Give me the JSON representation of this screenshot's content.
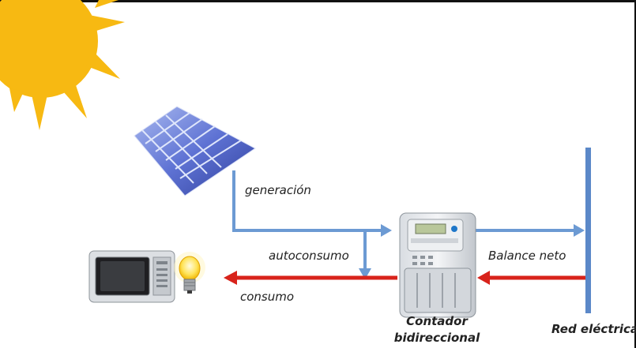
{
  "labels": {
    "generation": "generación",
    "self_consumption": "autoconsumo",
    "consumption": "consumo",
    "net_balance": "Balance neto",
    "meter_line1": "Contador",
    "meter_line2": "bidireccional",
    "grid": "Red eléctrica"
  },
  "colors": {
    "sun": "#f7b912",
    "panel": "#3f55c8",
    "flow_export": "#6c9ad3",
    "flow_import": "#d8231b",
    "grid_line": "#5b88c8"
  },
  "icons": {
    "sun": "sun-icon",
    "solar_panel": "solar-panel-icon",
    "microwave": "microwave-icon",
    "light_bulb": "light-bulb-icon",
    "meter": "electricity-meter-icon"
  }
}
